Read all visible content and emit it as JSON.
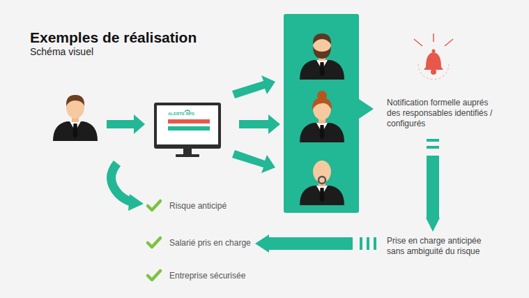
{
  "diagram": {
    "title": "Exemples de réalisation",
    "nodes": [
      {
        "text": [
          "Notification formelle auprés des responsables identifiés / configurés"
        ]
      },
      {
        "text": [
          "Prise en charge anticipée sans ambiguité du risque"
        ]
      }
    ],
    "edges": [
      {
        "from": 0,
        "to": 1,
        "arrow": "to"
      }
    ],
    "labels": [
      "Schéma visuel",
      "ALERTE RPS",
      "Risque anticipé",
      "Salarié pris en charge",
      "Entreprise sécurisée"
    ]
  }
}
